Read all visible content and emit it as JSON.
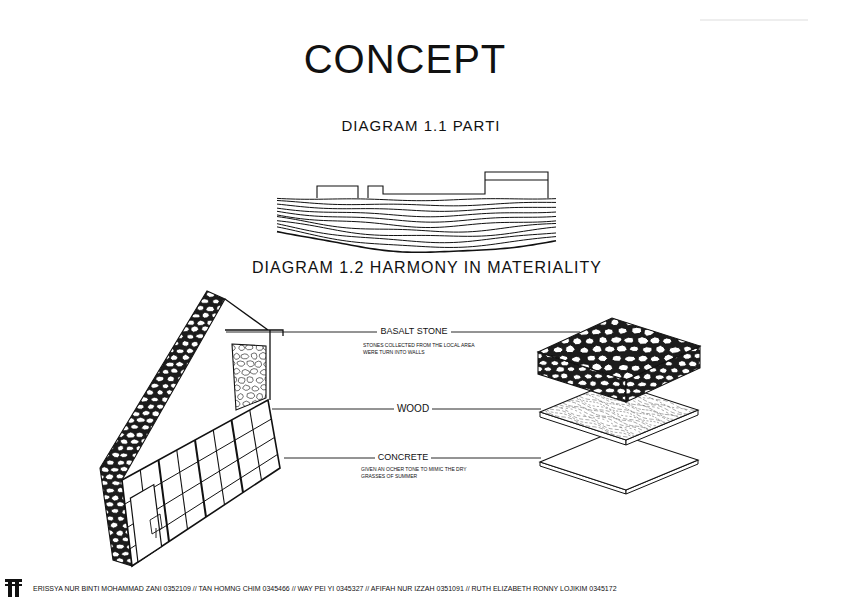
{
  "diagram": {
    "title": "CONCEPT",
    "labels": [
      "DIAGRAM 1.1 PARTI",
      "DIAGRAM 1.2 HARMONY IN MATERIALITY",
      "BASALT STONE",
      "STONES COLLECTED FROM THE LOCAL AREA WERE TURN INTO WALLS",
      "WOOD",
      "CONCRETE",
      "GIVEN AN OCHER TONE TO MIMIC THE DRY GRASSES OF SUMMER",
      "ERISSYA NUR BINTI MOHAMMAD ZANI 0352109 // TAN HOMNG CHIM 0345466 // WAY PEI YI 0345327 // AFIFAH NUR IZZAH 0351091 // RUTH ELIZABETH RONNY LOJIKIM 0345172"
    ]
  }
}
